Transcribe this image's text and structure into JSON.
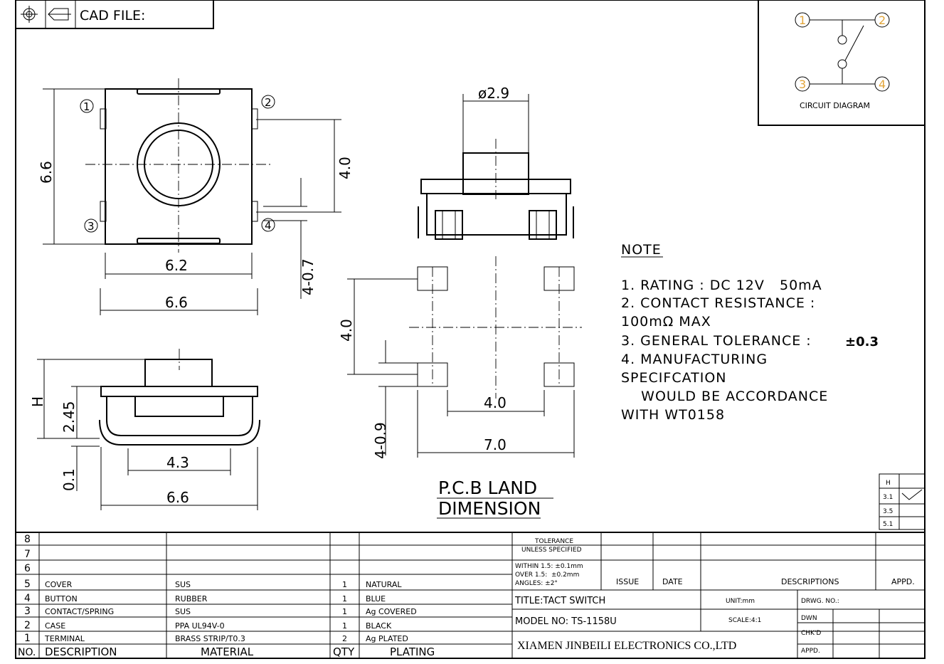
{
  "header": {
    "cad_label": "CAD FILE:"
  },
  "circuit": {
    "title": "CIRCUIT DIAGRAM",
    "pins": [
      "1",
      "2",
      "3",
      "4"
    ]
  },
  "top_view": {
    "pins": [
      "1",
      "2",
      "3",
      "4"
    ],
    "dims": {
      "height": "6.6",
      "pin_pitch": "4.0",
      "pin_width": "4-0.7",
      "body": "6.2",
      "overall": "6.6"
    }
  },
  "side_view": {
    "dims": {
      "h": "H",
      "body_h": "2.45",
      "base": "0.1",
      "button": "4.3",
      "overall": "6.6"
    }
  },
  "front_view": {
    "dims": {
      "diameter": "ø2.9"
    }
  },
  "pcb": {
    "dims": {
      "pitch_v": "4.0",
      "pad": "4-0.9",
      "pitch_h": "4.0",
      "overall": "7.0"
    },
    "title_line1": "P.C.B LAND",
    "title_line2": "DIMENSION"
  },
  "note": {
    "title": "NOTE",
    "lines": [
      "1. RATING : DC 12V   50mA",
      "2. CONTACT RESISTANCE :",
      "100mΩ MAX",
      "3. GENERAL TOLERANCE :",
      "4. MANUFACTURING",
      "SPECIFCATION",
      "    WOULD BE ACCORDANCE",
      "WITH WT0158"
    ],
    "tolerance_value": "±0.3"
  },
  "h_table": {
    "header": "H",
    "rows": [
      "3.1",
      "3.5",
      "5.1"
    ],
    "checked_row": "3.1"
  },
  "bom": {
    "header": {
      "no": "NO.",
      "description": "DESCRIPTION",
      "material": "MATERIAL",
      "qty": "QTY",
      "plating": "PLATING"
    },
    "rows": [
      {
        "no": "8",
        "description": "",
        "material": "",
        "qty": "",
        "plating": ""
      },
      {
        "no": "7",
        "description": "",
        "material": "",
        "qty": "",
        "plating": ""
      },
      {
        "no": "6",
        "description": "",
        "material": "",
        "qty": "",
        "plating": ""
      },
      {
        "no": "5",
        "description": "COVER",
        "material": "SUS",
        "qty": "1",
        "plating": "NATURAL"
      },
      {
        "no": "4",
        "description": "BUTTON",
        "material": "RUBBER",
        "qty": "1",
        "plating": "BLUE"
      },
      {
        "no": "3",
        "description": "CONTACT/SPRING",
        "material": "SUS",
        "qty": "1",
        "plating": "Ag COVERED"
      },
      {
        "no": "2",
        "description": "CASE",
        "material": "PPA UL94V-0",
        "qty": "1",
        "plating": "BLACK"
      },
      {
        "no": "1",
        "description": "TERMINAL",
        "material": "BRASS STRIP/T0.3",
        "qty": "2",
        "plating": "Ag PLATED"
      }
    ]
  },
  "title_block": {
    "tolerance_title1": "TOLERANCE",
    "tolerance_title2": "UNLESS SPECIFIED",
    "tol_line1": "WITHIN 1.5: ±0.1mm",
    "tol_line2": "OVER 1.5:  ±0.2mm",
    "tol_line3": "ANGLES: ±2°",
    "issue": "ISSUE",
    "date": "DATE",
    "descriptions": "DESCRIPTIONS",
    "appd": "APPD.",
    "title": "TITLE:TACT SWITCH",
    "unit": "UNIT:mm",
    "drwg_no": "DRWG. NO.:",
    "model": "MODEL NO: TS-1158U",
    "scale": "SCALE:4:1",
    "dwn": "DWN",
    "chkd": "CHK'D",
    "appd2": "APPD.",
    "company": "XIAMEN JINBEILI ELECTRONICS CO.,LTD"
  }
}
